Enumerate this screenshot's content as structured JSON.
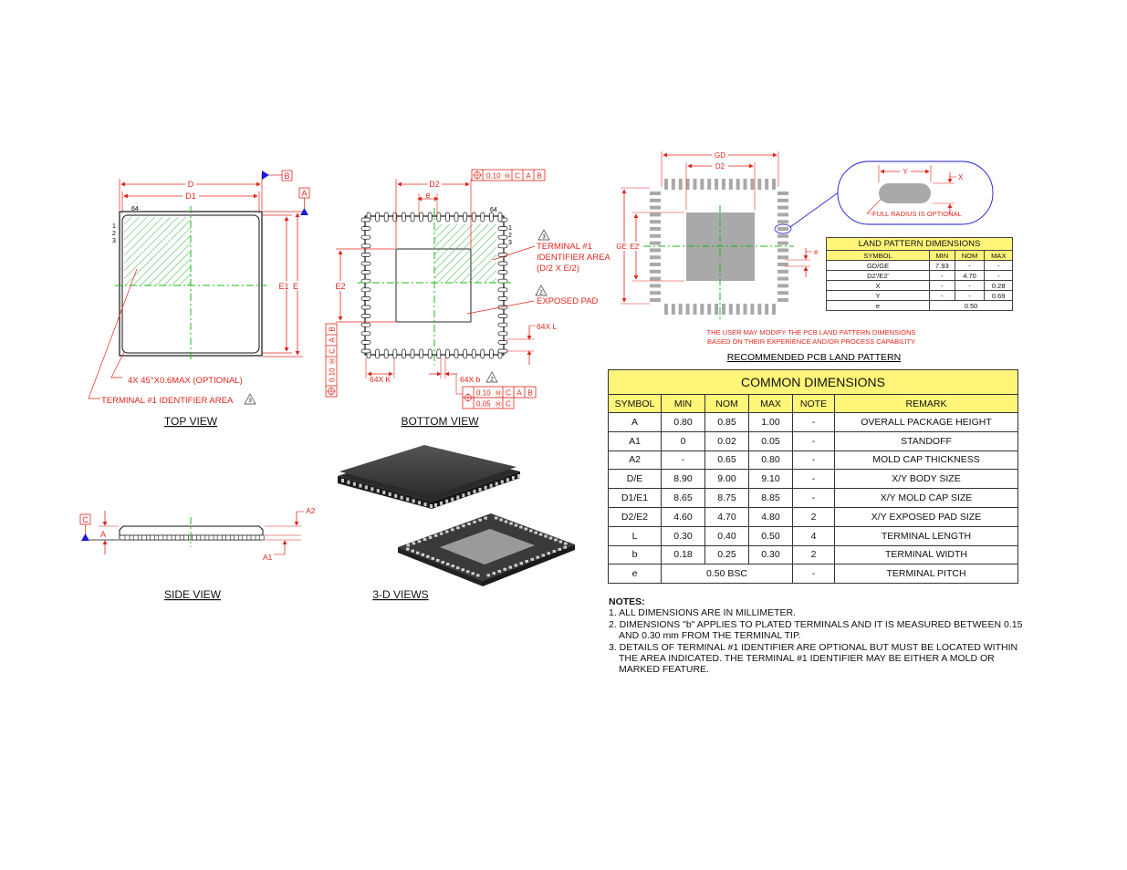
{
  "views": {
    "top_view": "TOP VIEW",
    "bottom_view": "BOTTOM VIEW",
    "side_view": "SIDE VIEW",
    "views_3d": "3-D VIEWS",
    "land_pattern_caption": "RECOMMENDED PCB LAND PATTERN"
  },
  "top_view": {
    "dim_d": "D",
    "dim_d1": "D1",
    "dim_e1": "E1",
    "dim_e": "E",
    "datum_a": "A",
    "datum_b": "B",
    "pin_64": "64",
    "pin_1": "1",
    "pin_2": "2",
    "pin_3": "3",
    "chamfer_note": "4X 45°X0.6MAX (OPTIONAL)",
    "identifier_note": "TERMINAL #1 IDENTIFIER AREA",
    "identifier_flag": "3"
  },
  "bottom_view": {
    "dim_d2": "D2",
    "dim_e_half": "e",
    "dim_e2": "E2",
    "pin_64": "64",
    "pin_1": "1",
    "pin_2": "2",
    "pin_3": "3",
    "tol_top": "0.10",
    "tol_top_c": "C",
    "tol_top_a": "A",
    "tol_top_b": "B",
    "tol_left": "0.10",
    "tol_left_c": "C",
    "tol_left_a": "A",
    "tol_left_b": "B",
    "terminal_id_flag": "3",
    "terminal_id_line1": "TERMINAL #1",
    "terminal_id_line2": "IDENTIFIER AREA",
    "terminal_id_line3": "(D/2 X E/2)",
    "exposed_pad_flag": "2",
    "exposed_pad": "EXPOSED PAD",
    "dim_64x_l": "64X L",
    "dim_64x_k": "64X K",
    "dim_64x_b": "64X b",
    "b_flag": "2",
    "tol_b1": "0.10",
    "tol_b1_c": "C",
    "tol_b1_a": "A",
    "tol_b1_b": "B",
    "tol_b2": "0.05",
    "tol_b2_c": "C"
  },
  "side_view": {
    "datum_c": "C",
    "dim_a": "A",
    "dim_a1": "A1",
    "dim_a2": "A2"
  },
  "land_pattern_view": {
    "dim_gd": "GD",
    "dim_d2": "D2",
    "dim_ge": "GE",
    "dim_e2": "E2'",
    "dim_e": "e",
    "dim_x": "X",
    "dim_y": "Y",
    "full_radius": "FULL RADIUS IS OPTIONAL",
    "user_note_1": "THE USER MAY MODIFY THE PCB LAND PATTERN DIMENSIONS",
    "user_note_2": "BASED ON THEIR EXPERIENCE AND/OR PROCESS CAPABILITY"
  },
  "land_table": {
    "title": "LAND PATTERN DIMENSIONS",
    "headers": [
      "SYMBOL",
      "MIN",
      "NOM",
      "MAX"
    ],
    "rows": [
      [
        "GD/GE",
        "7.93",
        "-",
        "-"
      ],
      [
        "D2'/E2'",
        "-",
        "4.70",
        "-"
      ],
      [
        "X",
        "-",
        "-",
        "0.28"
      ],
      [
        "Y",
        "-",
        "-",
        "0.69"
      ]
    ],
    "e_row_symbol": "e",
    "e_row_value": "0.50"
  },
  "common_table": {
    "title": "COMMON DIMENSIONS",
    "headers": [
      "SYMBOL",
      "MIN",
      "NOM",
      "MAX",
      "NOTE",
      "REMARK"
    ],
    "rows": [
      [
        "A",
        "0.80",
        "0.85",
        "1.00",
        "-",
        "OVERALL PACKAGE HEIGHT"
      ],
      [
        "A1",
        "0",
        "0.02",
        "0.05",
        "-",
        "STANDOFF"
      ],
      [
        "A2",
        "-",
        "0.65",
        "0.80",
        "-",
        "MOLD CAP THICKNESS"
      ],
      [
        "D/E",
        "8.90",
        "9.00",
        "9.10",
        "-",
        "X/Y BODY SIZE"
      ],
      [
        "D1/E1",
        "8.65",
        "8.75",
        "8.85",
        "-",
        "X/Y MOLD CAP SIZE"
      ],
      [
        "D2/E2",
        "4.60",
        "4.70",
        "4.80",
        "2",
        "X/Y EXPOSED PAD SIZE"
      ],
      [
        "L",
        "0.30",
        "0.40",
        "0.50",
        "4",
        "TERMINAL LENGTH"
      ],
      [
        "b",
        "0.18",
        "0.25",
        "0.30",
        "2",
        "TERMINAL WIDTH"
      ]
    ],
    "pitch_symbol": "e",
    "pitch_value": "0.50 BSC",
    "pitch_note": "-",
    "pitch_remark": "TERMINAL PITCH"
  },
  "notes": {
    "title": "NOTES:",
    "items": [
      "1. ALL DIMENSIONS ARE IN MILLIMETER.",
      "2. DIMENSIONS \"b\" APPLIES TO PLATED TERMINALS AND IT IS MEASURED BETWEEN 0.15 AND 0.30 mm FROM THE TERMINAL TIP.",
      "3. DETAILS OF TERMINAL #1 IDENTIFIER ARE OPTIONAL BUT MUST BE LOCATED WITHIN THE AREA INDICATED. THE TERMINAL #1 IDENTIFIER MAY BE EITHER A MOLD OR MARKED FEATURE."
    ]
  },
  "colors": {
    "dimension": "#e1261c",
    "datum": "#1a1ad6",
    "centerline": "#18b818",
    "table_header": "#fff578",
    "pad": "#a9a9a9"
  }
}
